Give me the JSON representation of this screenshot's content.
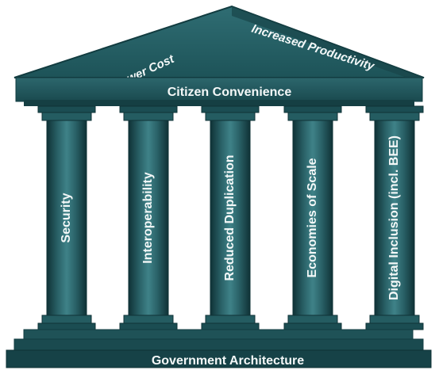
{
  "diagram": {
    "roof": {
      "left_label": "Lower Cost",
      "right_label": "Increased Productivity"
    },
    "entablature_label": "Citizen Convenience",
    "base_label": "Government Architecture",
    "pillars": [
      {
        "label": "Security"
      },
      {
        "label": "Interoperability"
      },
      {
        "label": "Reduced Duplication"
      },
      {
        "label": "Economies of Scale"
      },
      {
        "label": "Digital Inclusion (incl. BEE)"
      }
    ]
  },
  "colors": {
    "dark_teal": "#1b4d52",
    "mid_teal": "#2e6a70",
    "shaft_edge": "#0f3236",
    "shaft_highlight": "#3f8288",
    "label_text": "#f4f8f8"
  }
}
